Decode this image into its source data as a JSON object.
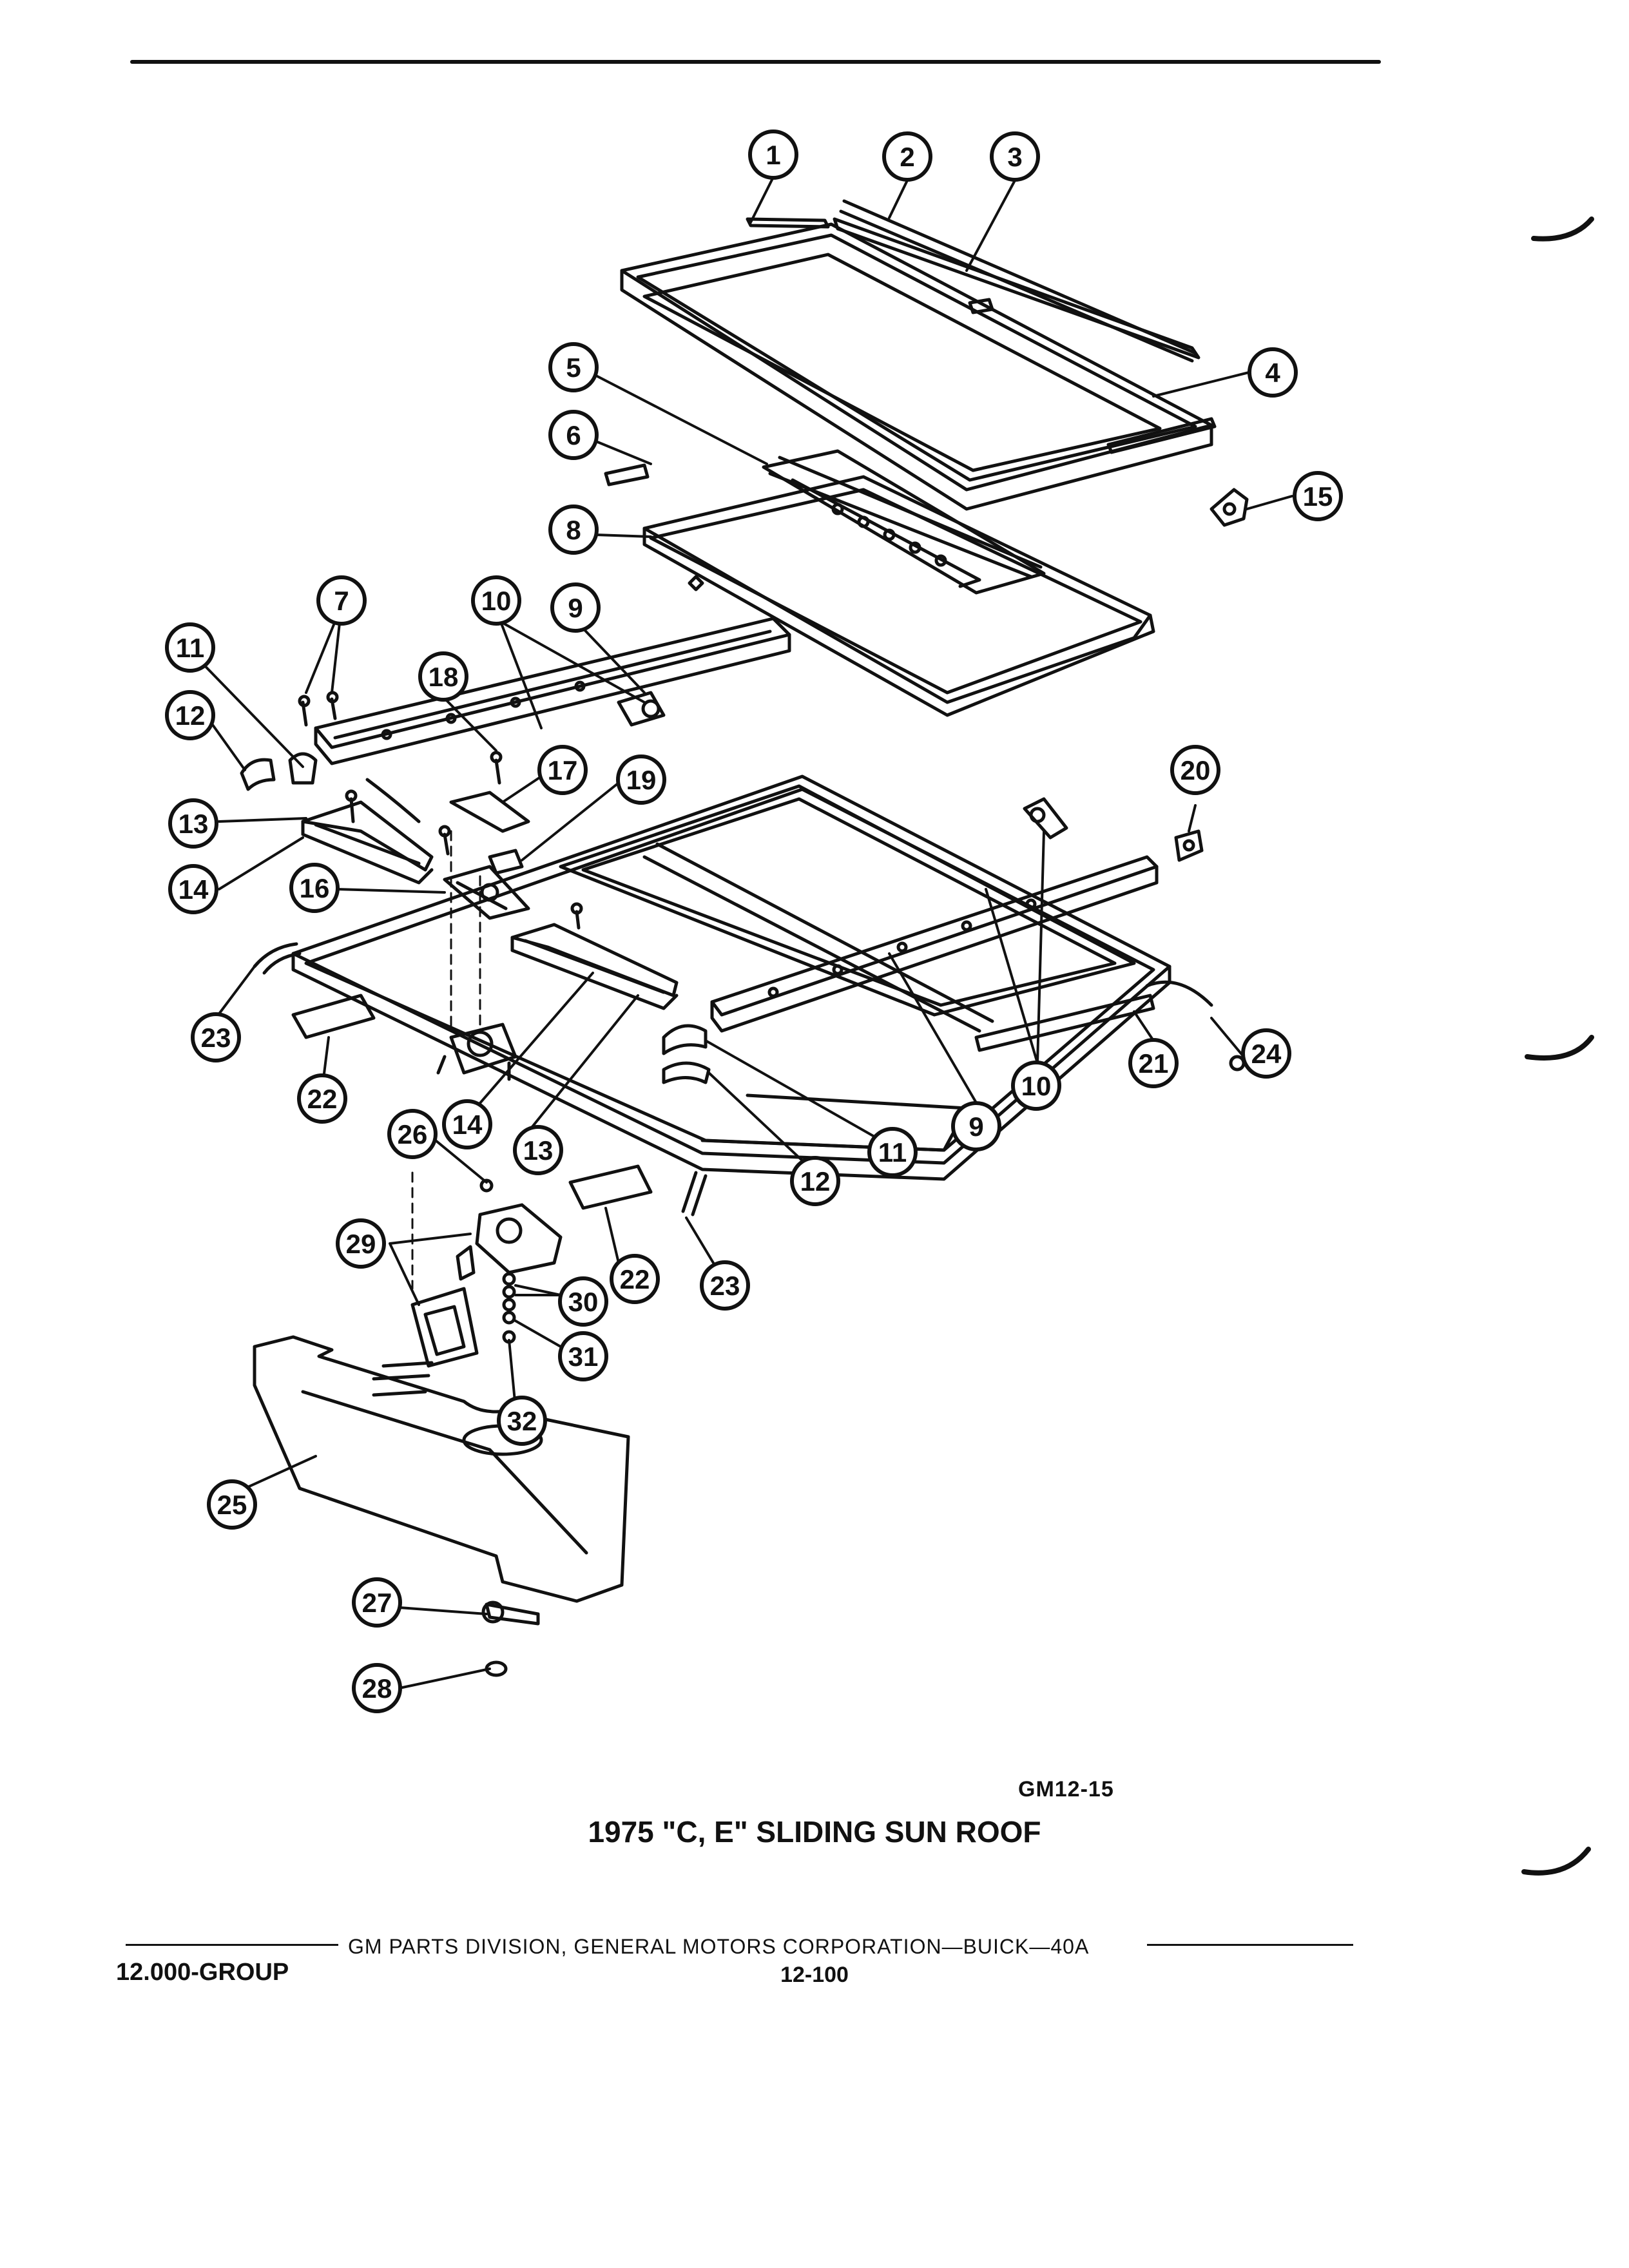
{
  "colors": {
    "ink": "#111111",
    "paper": "#ffffff"
  },
  "figure": {
    "code": "GM12-15",
    "title": "1975 \"C, E\" SLIDING SUN ROOF"
  },
  "footer": {
    "source": "GM PARTS DIVISION, GENERAL MOTORS CORPORATION—BUICK—40A",
    "group": "12.000-GROUP",
    "page": "12-100"
  },
  "callouts": [
    {
      "id": "c1",
      "number": "1"
    },
    {
      "id": "c2",
      "number": "2"
    },
    {
      "id": "c3",
      "number": "3"
    },
    {
      "id": "c4",
      "number": "4"
    },
    {
      "id": "c5",
      "number": "5"
    },
    {
      "id": "c6",
      "number": "6"
    },
    {
      "id": "c8",
      "number": "8"
    },
    {
      "id": "c15",
      "number": "15"
    },
    {
      "id": "c7",
      "number": "7"
    },
    {
      "id": "c10a",
      "number": "10"
    },
    {
      "id": "c9a",
      "number": "9"
    },
    {
      "id": "c11a",
      "number": "11"
    },
    {
      "id": "c18",
      "number": "18"
    },
    {
      "id": "c12a",
      "number": "12"
    },
    {
      "id": "c17",
      "number": "17"
    },
    {
      "id": "c19",
      "number": "19"
    },
    {
      "id": "c13a",
      "number": "13"
    },
    {
      "id": "c14a",
      "number": "14"
    },
    {
      "id": "c16",
      "number": "16"
    },
    {
      "id": "c20",
      "number": "20"
    },
    {
      "id": "c23a",
      "number": "23"
    },
    {
      "id": "c22a",
      "number": "22"
    },
    {
      "id": "c14b",
      "number": "14"
    },
    {
      "id": "c13b",
      "number": "13"
    },
    {
      "id": "c10b",
      "number": "10"
    },
    {
      "id": "c9b",
      "number": "9"
    },
    {
      "id": "c11b",
      "number": "11"
    },
    {
      "id": "c12b",
      "number": "12"
    },
    {
      "id": "c21",
      "number": "21"
    },
    {
      "id": "c24",
      "number": "24"
    },
    {
      "id": "c26",
      "number": "26"
    },
    {
      "id": "c29",
      "number": "29"
    },
    {
      "id": "c22b",
      "number": "22"
    },
    {
      "id": "c23b",
      "number": "23"
    },
    {
      "id": "c30",
      "number": "30"
    },
    {
      "id": "c31",
      "number": "31"
    },
    {
      "id": "c32",
      "number": "32"
    },
    {
      "id": "c25",
      "number": "25"
    },
    {
      "id": "c27",
      "number": "27"
    },
    {
      "id": "c28",
      "number": "28"
    }
  ]
}
